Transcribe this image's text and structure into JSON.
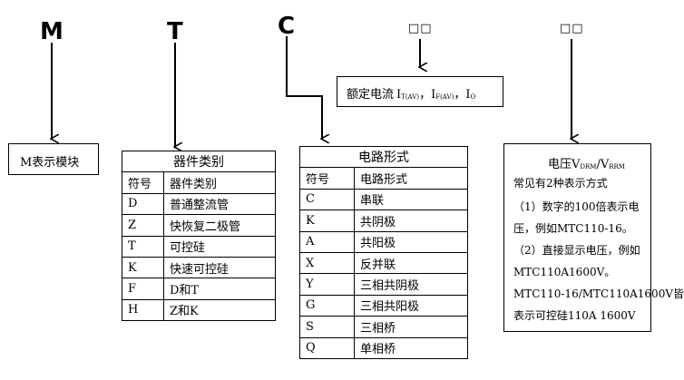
{
  "letters": {
    "m": "M",
    "t": "T",
    "c": "C"
  },
  "placeholder_boxes": {
    "rated": "□□",
    "voltage": "□□"
  },
  "m_box": {
    "text": "M表示模块"
  },
  "rated_box": {
    "label": "额定电流",
    "it": "I",
    "it_sub": "T(AV)",
    "if": "I",
    "if_sub": "F(AV)",
    "io": "I",
    "io_sub": "O",
    "sep1": "，",
    "sep2": "，"
  },
  "device_table": {
    "title": "器件类别",
    "headers": [
      "符号",
      "器件类别"
    ],
    "rows": [
      [
        "D",
        "普通整流管"
      ],
      [
        "Z",
        "快恢复二极管"
      ],
      [
        "T",
        "可控硅"
      ],
      [
        "K",
        "快速可控硅"
      ],
      [
        "F",
        "D和T"
      ],
      [
        "H",
        "Z和K"
      ]
    ]
  },
  "circuit_table": {
    "title": "电路形式",
    "headers": [
      "符号",
      "电路形式"
    ],
    "rows": [
      [
        "C",
        "串联"
      ],
      [
        "K",
        "共阴极"
      ],
      [
        "A",
        "共阳极"
      ],
      [
        "X",
        "反并联"
      ],
      [
        "Y",
        "三相共阴极"
      ],
      [
        "G",
        "三相共阳极"
      ],
      [
        "S",
        "三相桥"
      ],
      [
        "Q",
        "单相桥"
      ]
    ]
  },
  "voltage_box": {
    "title": "电压",
    "v1": "V",
    "v1_sub": "DRM",
    "slash": "/",
    "v2": "V",
    "v2_sub": "RRM",
    "lines": [
      "常见有2种表示方式",
      "（1）数字的100倍表示电",
      "压，例如MTC110-16。",
      "（2）直接显示电压，例如",
      "MTC110A1600V。",
      "MTC110-16/MTC110A1600V皆",
      "表示可控硅110A 1600V"
    ]
  }
}
